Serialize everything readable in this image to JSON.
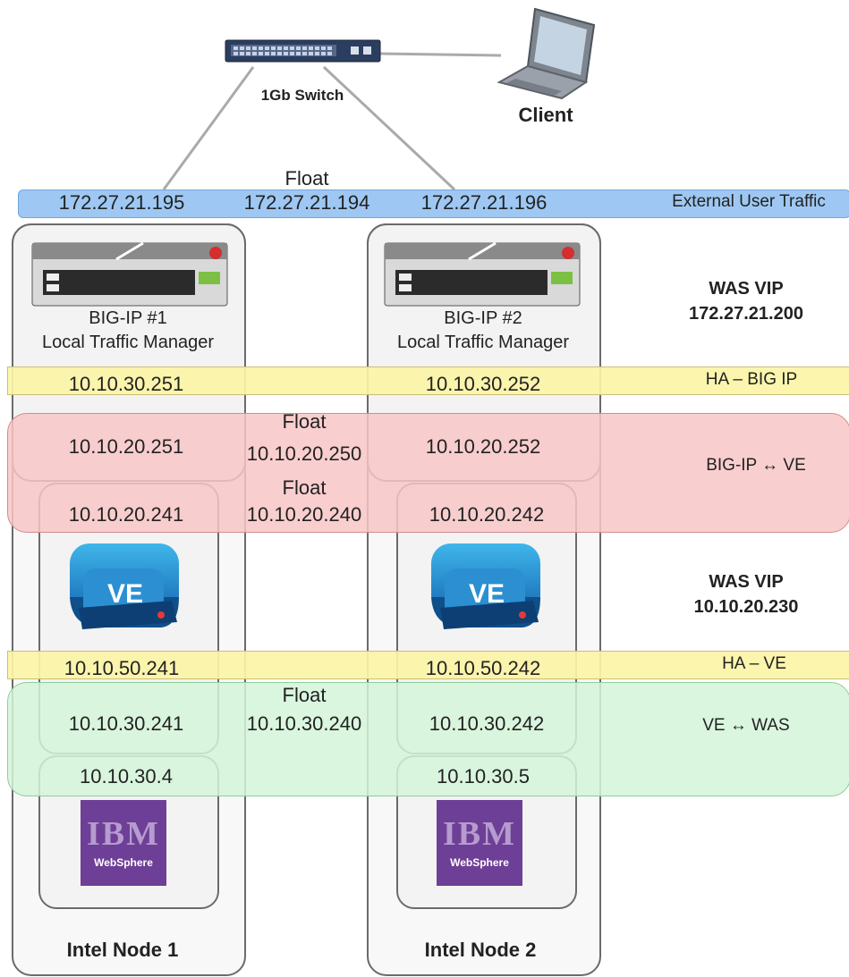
{
  "switch_label": "1Gb Switch",
  "client_label": "Client",
  "external": {
    "float_label": "Float",
    "ip_left": "172.27.21.195",
    "ip_float": "172.27.21.194",
    "ip_right": "172.27.21.196",
    "label": "External User Traffic",
    "color": "#9ec8f3"
  },
  "bigip1": {
    "line1": "BIG-IP #1",
    "line2": "Local Traffic Manager"
  },
  "bigip2": {
    "line1": "BIG-IP #2",
    "line2": "Local Traffic Manager"
  },
  "was_vip_ext": {
    "line1": "WAS VIP",
    "line2": "172.27.21.200"
  },
  "ha_bigip": {
    "ip_left": "10.10.30.251",
    "ip_right": "10.10.30.252",
    "label": "HA – BIG IP",
    "color": "#fbf4a6"
  },
  "bigip_ve": {
    "float_label_1": "Float",
    "ip_left_1": "10.10.20.251",
    "ip_float_1": "10.10.20.250",
    "ip_right_1": "10.10.20.252",
    "float_label_2": "Float",
    "ip_left_2": "10.10.20.241",
    "ip_float_2": "10.10.20.240",
    "ip_right_2": "10.10.20.242",
    "label": "BIG-IP ↔ VE",
    "color": "#f8c6c6"
  },
  "ve1_label": "VE",
  "ve2_label": "VE",
  "was_vip_int": {
    "line1": "WAS VIP",
    "line2": "10.10.20.230"
  },
  "ha_ve": {
    "ip_left": "10.10.50.241",
    "ip_right": "10.10.50.242",
    "label": "HA – VE",
    "color": "#fbf4a6"
  },
  "ve_was": {
    "float_label": "Float",
    "ip_left": "10.10.30.241",
    "ip_float": "10.10.30.240",
    "ip_right": "10.10.30.242",
    "ip_was1": "10.10.30.4",
    "ip_was2": "10.10.30.5",
    "label": "VE ↔ WAS",
    "color": "#d4f4d9"
  },
  "ibm1": {
    "logo": "IBM",
    "product": "WebSphere"
  },
  "ibm2": {
    "logo": "IBM",
    "product": "WebSphere"
  },
  "node1_label": "Intel Node 1",
  "node2_label": "Intel Node 2"
}
